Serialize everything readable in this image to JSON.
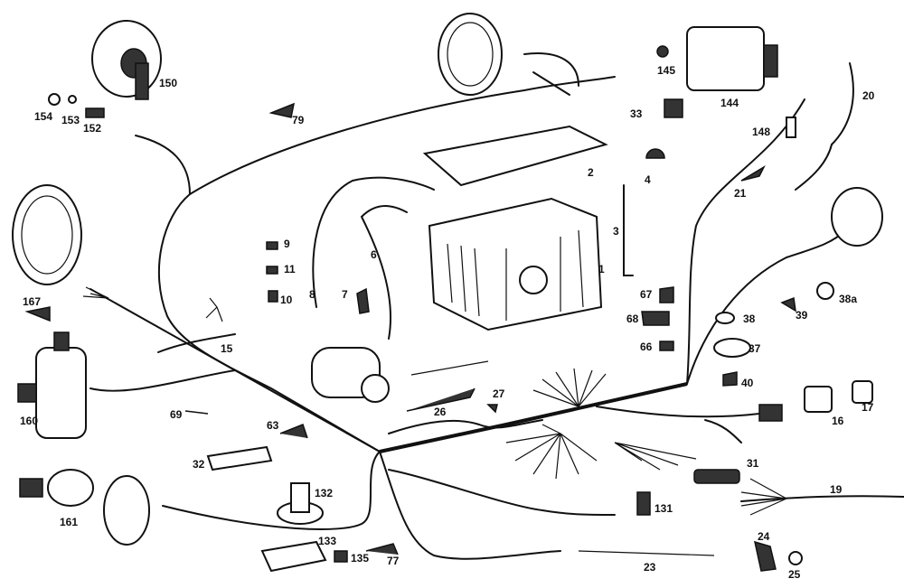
{
  "diagram": {
    "type": "exploded wiring harness parts diagram",
    "ink_color": "#111111",
    "background": "#ffffff",
    "labels": [
      "150",
      "154",
      "153",
      "152",
      "79",
      "2",
      "145",
      "144",
      "33",
      "148",
      "20",
      "4",
      "21",
      "3",
      "9",
      "11",
      "10",
      "8",
      "7",
      "6",
      "1",
      "167",
      "15",
      "67",
      "68",
      "66",
      "38",
      "39",
      "38a",
      "37",
      "40",
      "160",
      "69",
      "26",
      "27",
      "63",
      "16",
      "17",
      "32",
      "31",
      "161",
      "132",
      "131",
      "19",
      "133",
      "135",
      "77",
      "23",
      "24",
      "25"
    ]
  }
}
